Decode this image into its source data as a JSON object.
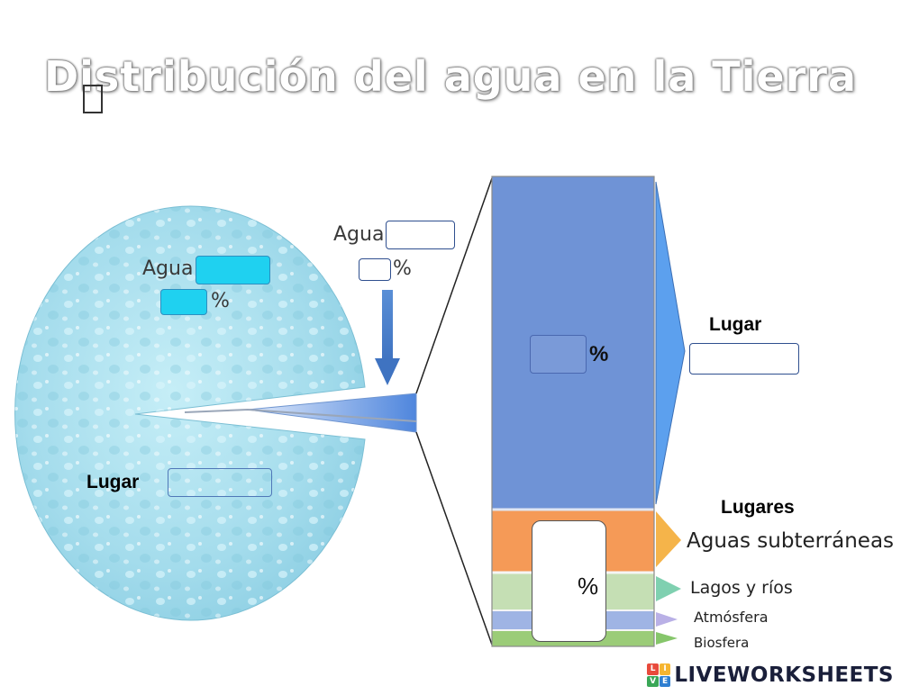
{
  "title": "Distribución del agua en la Tierra",
  "pie": {
    "agua_label": "Agua",
    "agua_value": "",
    "percent_value": "",
    "percent_sign": "%",
    "lugar_label": "Lugar",
    "lugar_value": ""
  },
  "slice": {
    "agua_label": "Agua",
    "agua_value": "",
    "percent_value": "",
    "percent_sign": "%"
  },
  "column": {
    "top_percent_value": "",
    "top_percent_sign": "%",
    "lugar_label": "Lugar",
    "lugar_value": "",
    "lugares_label": "Lugares",
    "bottom_percent_sign": "%",
    "segments": [
      "Aguas subterráneas",
      "Lagos y ríos",
      "Atmósfera",
      "Biosfera"
    ]
  },
  "colors": {
    "pie_fill": "#a8e0ee",
    "glacier": "#6f93d6",
    "groundwater": "#f59a57",
    "lakes": "#c5dfb4",
    "atmosphere": "#9fb4e4",
    "biosphere": "#9bcc78",
    "input_cyan": "#1fd1f0"
  },
  "logo": {
    "text": "LIVEWORKSHEETS",
    "mark": [
      "L",
      "I",
      "V",
      "E"
    ]
  }
}
